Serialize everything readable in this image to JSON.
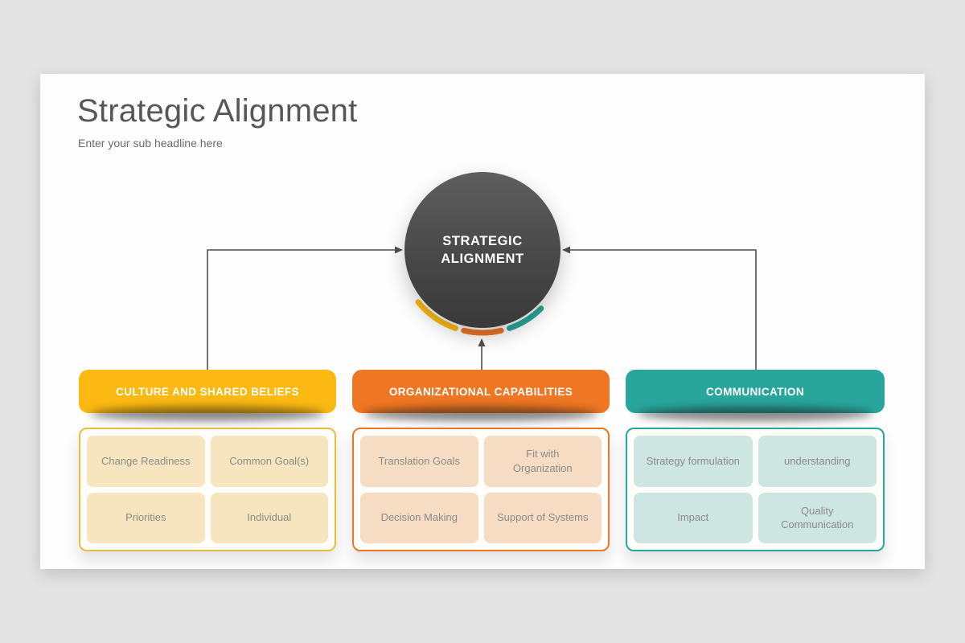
{
  "title": "Strategic Alignment",
  "subtitle": "Enter your sub headline here",
  "center": {
    "line1": "STRATEGIC",
    "line2": "ALIGNMENT"
  },
  "groups": [
    {
      "name": "culture-and-shared-beliefs",
      "header": "CULTURE AND SHARED BELIEFS",
      "accent": "#FBB911",
      "cell_bg": "#F6E5BE",
      "items": [
        "Change Readiness",
        "Common Goal(s)",
        "Priorities",
        "Individual"
      ]
    },
    {
      "name": "organizational-capabilities",
      "header": "ORGANIZATIONAL CAPABILITIES",
      "accent": "#EF7622",
      "cell_bg": "#F7DCC4",
      "items": [
        "Translation Goals",
        "Fit with\nOrganization",
        "Decision Making",
        "Support of Systems"
      ]
    },
    {
      "name": "communication",
      "header": "COMMUNICATION",
      "accent": "#29A69B",
      "cell_bg": "#CDE6E1",
      "items": [
        "Strategy formulation",
        "understanding",
        "Impact",
        "Quality\nCommunication"
      ]
    }
  ],
  "colors": {
    "page_background": "#E5E4E4",
    "slide_background": "#FDFDFD",
    "circle_top": "#5E5E5E",
    "circle_bottom": "#393939",
    "connector": "#4F4F4F",
    "cell_text": "#8C8B88",
    "title_text": "#565759"
  }
}
